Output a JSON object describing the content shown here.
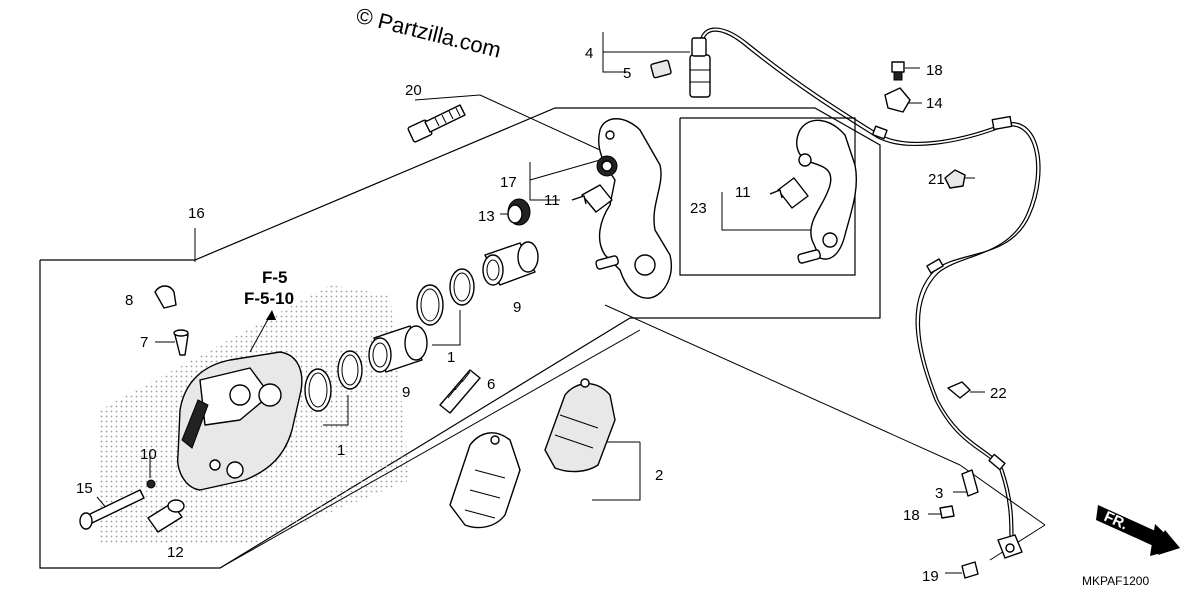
{
  "watermark": "© Partzilla.com",
  "diagram_code": "MKPAF1200",
  "ref_labels": [
    "F-5",
    "F-5-10"
  ],
  "direction_label": "FR.",
  "callouts": {
    "c1a": "1",
    "c1b": "1",
    "c2": "2",
    "c3": "3",
    "c4": "4",
    "c5": "5",
    "c6": "6",
    "c7": "7",
    "c8": "8",
    "c9a": "9",
    "c9b": "9",
    "c10": "10",
    "c11a": "11",
    "c11b": "11",
    "c12": "12",
    "c13": "13",
    "c14": "14",
    "c15": "15",
    "c16": "16",
    "c17": "17",
    "c18a": "18",
    "c18b": "18",
    "c19": "19",
    "c20": "20",
    "c21": "21",
    "c22": "22",
    "c23": "23"
  },
  "colors": {
    "line": "#000000",
    "background": "#ffffff",
    "shading": "#c8c8c8"
  }
}
